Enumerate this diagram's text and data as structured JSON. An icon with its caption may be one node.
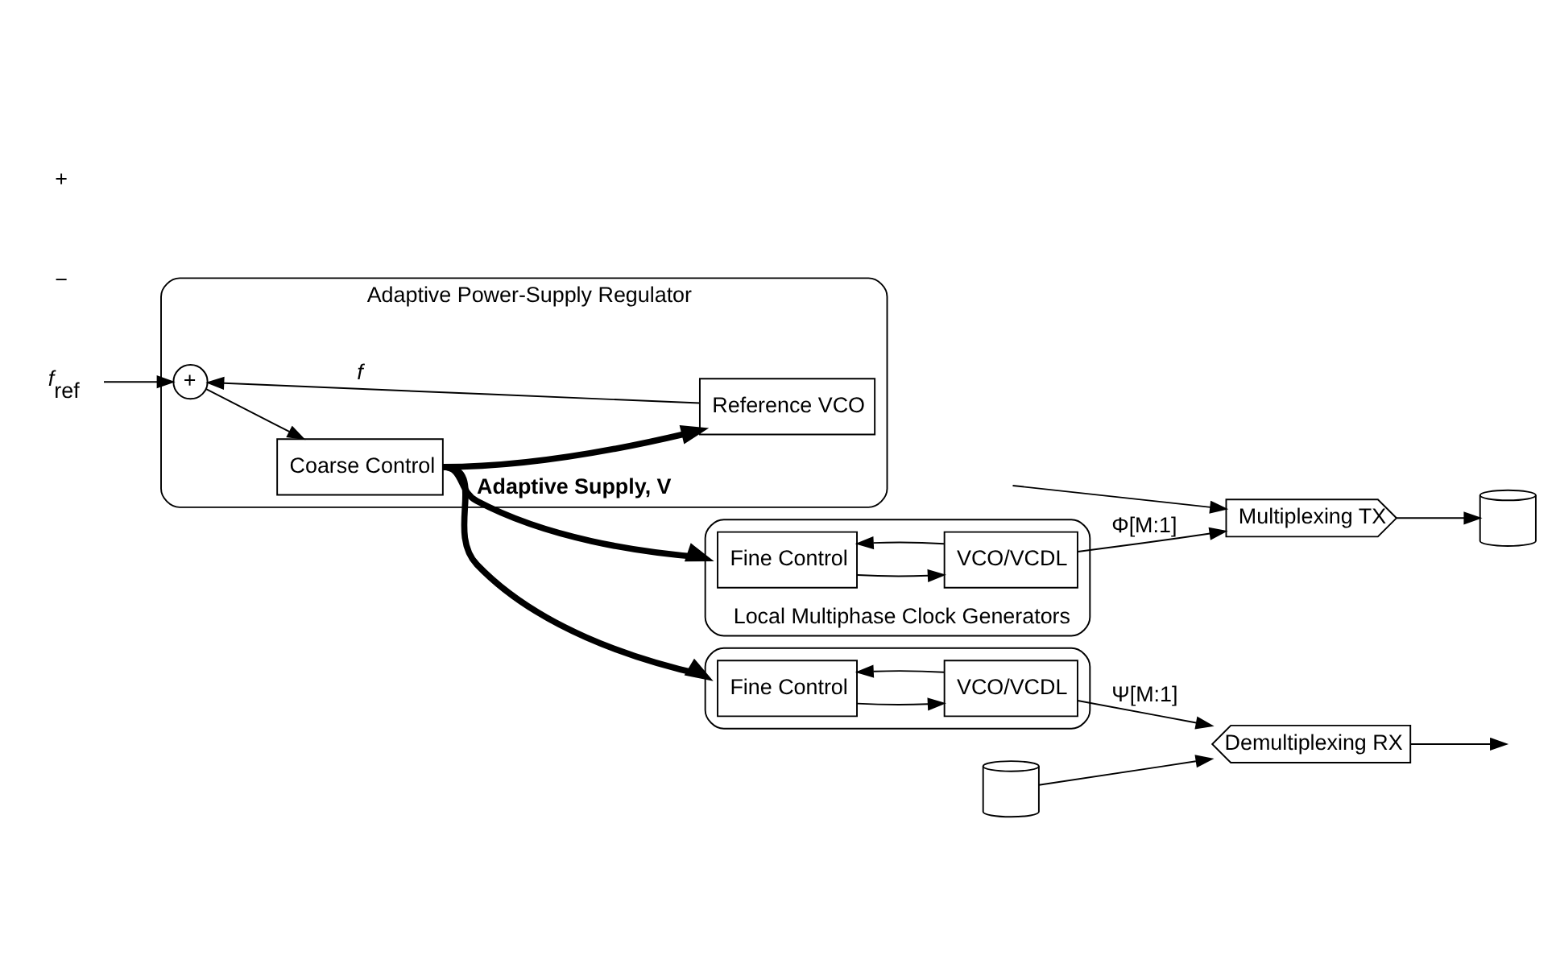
{
  "diagram": {
    "nodes": [
      {
        "text": [
          "Adaptive Power-Supply Regulator"
        ]
      },
      {
        "text": [
          "+"
        ],
        "in": 0
      },
      {
        "text": [
          "Coarse Control"
        ],
        "in": 0
      },
      {
        "text": [
          "Reference VCO"
        ],
        "in": 0
      },
      {
        "text": [
          "Local Multiphase Clock Generators"
        ]
      },
      {
        "text": [
          "Fine Control"
        ],
        "in": 4
      },
      {
        "text": [
          "VCO/VCDL"
        ],
        "in": 4
      },
      {
        "text": [
          "Multiplexing TX"
        ]
      },
      {
        "text": [],
        "shape": "box"
      },
      {
        "text": [
          "Fine Control"
        ],
        "in": 8
      },
      {
        "text": [
          "VCO/VCDL"
        ],
        "in": 8
      },
      {
        "text": [
          "Demultiplexing RX"
        ]
      },
      {
        "text": [],
        "shape": "cylinder"
      },
      {
        "text": [],
        "shape": "cylinder"
      },
      {
        "text": [
          "*f*$_{ref}$"
        ]
      }
    ],
    "edges": [
      {
        "from": 14,
        "to": 1,
        "arrow": "to"
      },
      {
        "from": 1,
        "to": 2,
        "arrow": "to"
      },
      {
        "from": 3,
        "to": 1,
        "arrow": "to",
        "label": "*f*"
      },
      {
        "from": 2,
        "to": 4,
        "arrow": "to",
        "style": "thick",
        "label": "**Adaptive Supply, V**"
      },
      {
        "from": 2,
        "to": 8,
        "arrow": "to",
        "style": "thick"
      },
      {
        "from": 2,
        "to": 3,
        "arrow": "to",
        "style": "thick"
      },
      {
        "from": 5,
        "to": 6,
        "arrow": "to"
      },
      {
        "from": 6,
        "to": 5,
        "arrow": "to"
      },
      {
        "from": 6,
        "to": 7,
        "arrow": "to",
        "label": "Φ[M:1]"
      },
      {
        "from": null,
        "to": 7,
        "arrow": "to"
      },
      {
        "from": 7,
        "to": 12,
        "arrow": "to"
      },
      {
        "from": 9,
        "to": 10,
        "arrow": "to"
      },
      {
        "from": 10,
        "to": 9,
        "arrow": "to"
      },
      {
        "from": 10,
        "to": 11,
        "arrow": "to",
        "label": "Ψ[M:1]"
      },
      {
        "from": 13,
        "to": 11,
        "arrow": "to"
      },
      {
        "from": 11,
        "to": null,
        "arrow": "to"
      }
    ],
    "labels": [
      "−",
      "+"
    ]
  }
}
